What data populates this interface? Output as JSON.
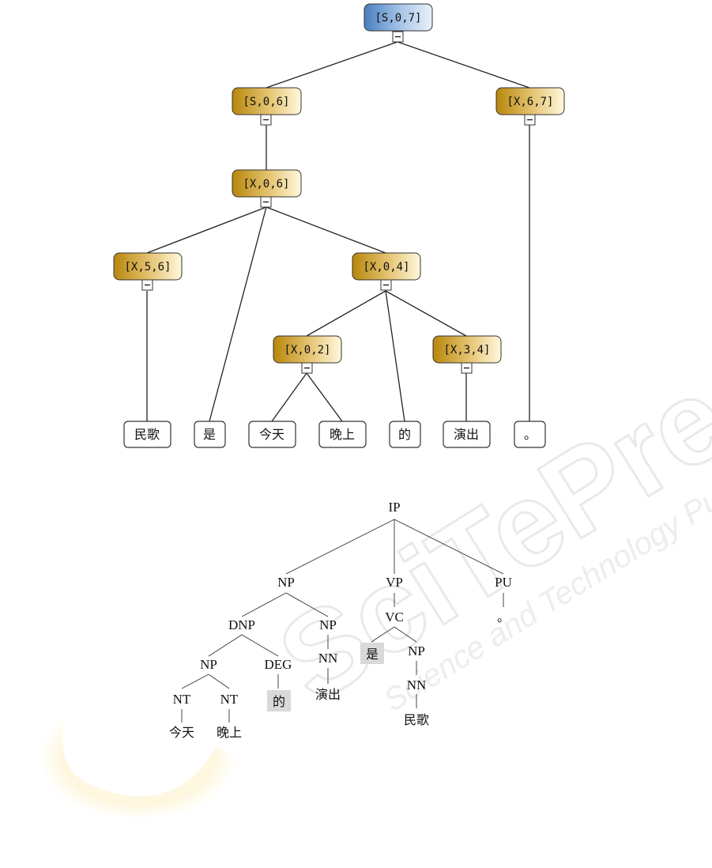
{
  "derivation_tree": {
    "nodes": {
      "root": "[S,0,7]",
      "s06": "[S,0,6]",
      "x67": "[X,6,7]",
      "x06": "[X,0,6]",
      "x56": "[X,5,6]",
      "x04": "[X,0,4]",
      "x02": "[X,0,2]",
      "x34": "[X,3,4]"
    },
    "collapse_glyph": "−",
    "leaves": {
      "minge": "民歌",
      "shi": "是",
      "jintian": "今天",
      "wanshang": "晚上",
      "de": "的",
      "yanchu": "演出",
      "period": "。"
    }
  },
  "parse_tree": {
    "labels": {
      "ip": "IP",
      "np": "NP",
      "vp": "VP",
      "pu": "PU",
      "dnp": "DNP",
      "np2": "NP",
      "vc": "VC",
      "np3": "NP",
      "deg": "DEG",
      "nn1": "NN",
      "np4": "NP",
      "nt1": "NT",
      "nt2": "NT",
      "nn2": "NN"
    },
    "words": {
      "period": "。",
      "shi": "是",
      "de": "的",
      "yanchu": "演出",
      "jintian": "今天",
      "wanshang": "晚上",
      "minge": "民歌"
    }
  },
  "watermark": {
    "line1": "SciTePress",
    "line2": "Science and Technology Publications"
  },
  "colors": {
    "gold_dark": "#b8860b",
    "gold_light": "#fff8dc",
    "blue_dark": "#4a7fc0",
    "blue_light": "#eaf2fb",
    "line": "#222222",
    "highlight": "#d9d9d9",
    "watermark": "#e9e9e9"
  }
}
